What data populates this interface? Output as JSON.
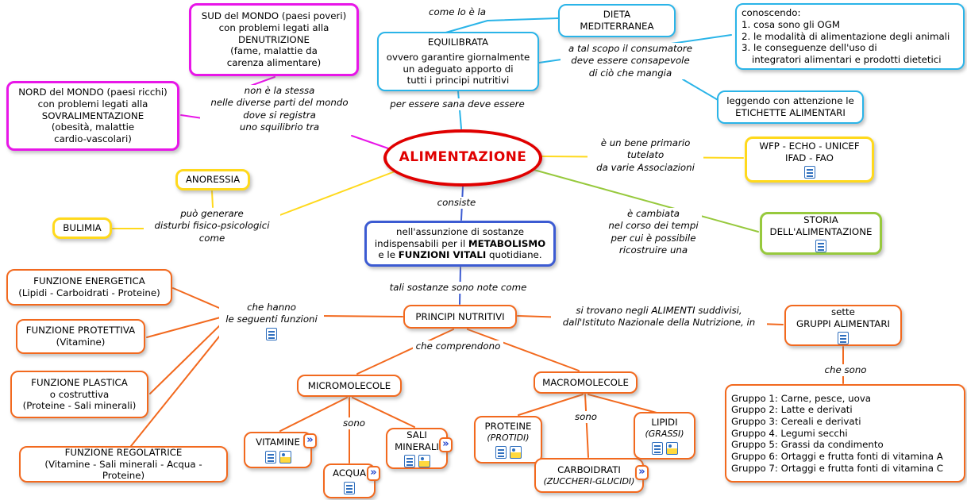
{
  "colors": {
    "cyan": "#2ab4e8",
    "magenta": "#e816e8",
    "yellow": "#ffd91c",
    "green": "#97c93d",
    "blue": "#3c5bd2",
    "orange": "#f2691e",
    "red": "#e00000"
  },
  "nodes": {
    "sud": {
      "text": "SUD del MONDO (paesi poveri)\ncon problemi legati alla\nDENUTRIZIONE\n(fame, malattie da\ncarenza alimentare)"
    },
    "nord": {
      "text": "NORD del MONDO (paesi ricchi)\ncon problemi legati alla\nSOVRALIMENTAZIONE\n(obesità, malattie\ncardio-vascolari)"
    },
    "dieta": {
      "text": "DIETA\nMEDITERRANEA"
    },
    "conoscendo": {
      "title": "conoscendo:",
      "items": [
        "1. cosa sono gli OGM",
        "2. le modalità di alimentazione degli animali",
        "3. le conseguenze dell'uso di\nintegratori alimentari e prodotti dietetici"
      ]
    },
    "equilibrata": {
      "title": "EQUILIBRATA",
      "body": "ovvero garantire giornalmente\nun adeguato apporto di\ntutti i principi nutritivi"
    },
    "etichette": {
      "text": "leggendo con attenzione le\nETICHETTE ALIMENTARI"
    },
    "alimentazione": {
      "text": "ALIMENTAZIONE"
    },
    "wfp": {
      "text": "WFP - ECHO - UNICEF\nIFAD - FAO"
    },
    "anoressia": {
      "text": "ANORESSIA"
    },
    "bulimia": {
      "text": "BULIMIA"
    },
    "storia": {
      "text": "STORIA\nDELL'ALIMENTAZIONE"
    },
    "consiste": {
      "p1": "nell'assunzione di sostanze\nindispensabili per il ",
      "b1": "METABOLISMO",
      "p2": "\ne le ",
      "b2": "FUNZIONI VITALI",
      "p3": " quotidiane."
    },
    "energetica": {
      "text": "FUNZIONE ENERGETICA\n(Lipidi - Carboidrati - Proteine)"
    },
    "protettiva": {
      "text": "FUNZIONE PROTETTIVA\n(Vitamine)"
    },
    "plastica": {
      "text": "FUNZIONE PLASTICA\no costruttiva\n(Proteine - Sali minerali)"
    },
    "regolatrice": {
      "text": "FUNZIONE REGOLATRICE\n(Vitamine - Sali minerali - Acqua - Proteine)"
    },
    "principi": {
      "text": "PRINCIPI NUTRITIVI"
    },
    "gruppi": {
      "text": "sette\nGRUPPI ALIMENTARI"
    },
    "micro": {
      "text": "MICROMOLECOLE"
    },
    "macro": {
      "text": "MACROMOLECOLE"
    },
    "gruppo_list": {
      "items": [
        "Gruppo 1: Carne, pesce, uova",
        "Gruppo 2: Latte e derivati",
        "Gruppo 3: Cereali e derivati",
        "Gruppo 4. Legumi secchi",
        "Gruppo 5: Grassi da condimento",
        "Gruppo 6: Ortaggi e frutta fonti di vitamina A",
        "Gruppo 7: Ortaggi e frutta fonti di vitamina C"
      ]
    },
    "vitamine": {
      "text": "VITAMINE"
    },
    "acqua": {
      "text": "ACQUA"
    },
    "sali": {
      "text": "SALI\nMINERALI"
    },
    "proteine": {
      "title": "PROTEINE",
      "sub": "(PROTIDI)"
    },
    "carboidrati": {
      "title": "CARBOIDRATI",
      "sub": "(ZUCCHERI-GLUCIDI)"
    },
    "lipidi": {
      "title": "LIPIDI",
      "sub": "(GRASSI)"
    }
  },
  "labels": {
    "come_lo_e": "come lo è la",
    "a_tal_scopo": "a tal scopo il consumatore\ndeve essere consapevole\ndi ciò che mangia",
    "non_e_la_stessa": "non è la stessa\nnelle diverse parti del mondo\ndove si registra\nuno squilibrio tra",
    "per_essere_sana": "per essere sana deve essere",
    "e_un_bene": "è un bene primario\ntutelato\nda varie Associazioni",
    "puo_generare": "può generare\ndisturbi fisico-psicologici\ncome",
    "consiste": "consiste",
    "e_cambiata": "è cambiata\nnel corso dei tempi\nper cui è possibile\nricostruire una",
    "tali_sostanze": "tali sostanze sono note come",
    "che_hanno": "che hanno\nle seguenti funzioni",
    "si_trovano": "si trovano negli ALIMENTI suddivisi,\ndall'Istituto Nazionale della Nutrizione, in",
    "che_comprendono": "che comprendono",
    "che_sono": "che sono",
    "sono_micro": "sono",
    "sono_macro": "sono",
    "chevron": "»"
  }
}
